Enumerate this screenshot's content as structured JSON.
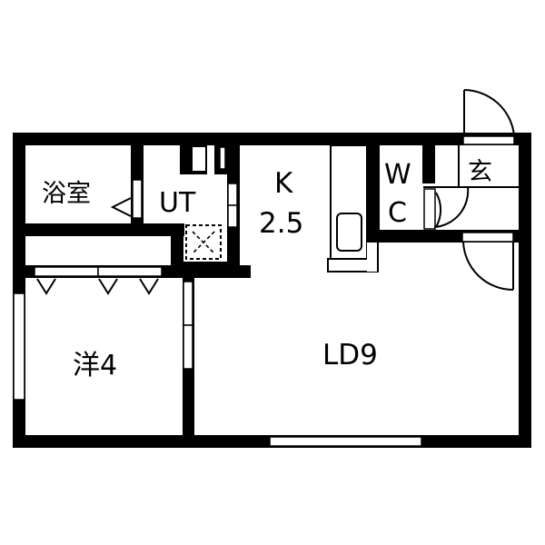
{
  "floor_plan": {
    "title": "",
    "colors": {
      "wall": "#000000",
      "background": "#ffffff"
    },
    "rooms": [
      {
        "id": "bath",
        "label": "浴室",
        "meaning": "bathroom"
      },
      {
        "id": "utility",
        "label": "UT",
        "meaning": "utility / washroom"
      },
      {
        "id": "kitchen",
        "label_line1": "K",
        "label_line2": "2.5",
        "meaning": "kitchen 2.5 jo"
      },
      {
        "id": "toilet",
        "label_line1": "W",
        "label_line2": "C",
        "meaning": "toilet"
      },
      {
        "id": "entrance",
        "label": "玄",
        "meaning": "entrance (genkan)"
      },
      {
        "id": "western-room",
        "label": "洋4",
        "meaning": "western-style room 4 jo"
      },
      {
        "id": "living-dining",
        "label": "LD9",
        "meaning": "living-dining 9 jo"
      }
    ],
    "fixtures": [
      {
        "id": "washing-machine-space",
        "icon": "dashed-box-x-icon"
      },
      {
        "id": "kitchen-sink",
        "icon": "sink-icon"
      },
      {
        "id": "closet-markers",
        "icon": "triangle-down-icon",
        "count": 3
      },
      {
        "id": "bath-door-marker",
        "icon": "triangle-left-icon"
      }
    ],
    "doors": [
      {
        "id": "front-door",
        "icon": "door-swing-icon"
      },
      {
        "id": "toilet-door",
        "icon": "door-swing-icon"
      },
      {
        "id": "ld-door",
        "icon": "door-swing-icon"
      }
    ]
  }
}
